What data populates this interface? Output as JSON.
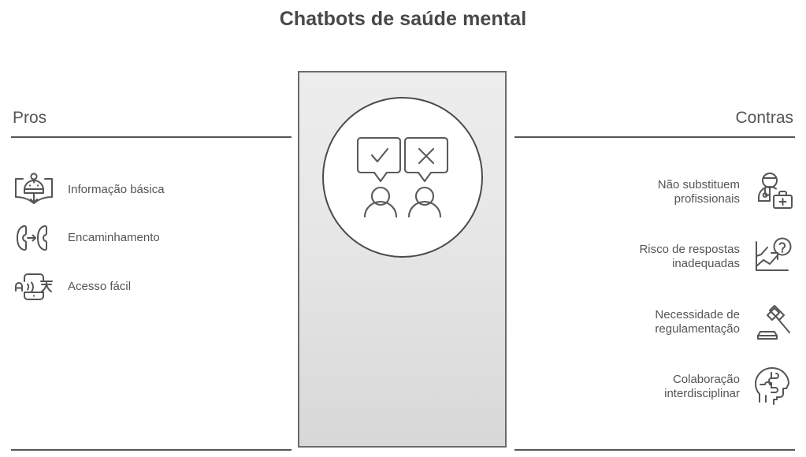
{
  "title": "Chatbots de saúde mental",
  "colors": {
    "title": "#484848",
    "text": "#555555",
    "rule": "#555555",
    "panel_border": "#6b6b6b",
    "panel_fill_top": "#ededed",
    "panel_fill_bottom": "#d8d8d8",
    "circle_fill": "#ffffff",
    "circle_border": "#4a4a4a",
    "background": "#ffffff"
  },
  "left_column": {
    "heading": "Pros",
    "items": [
      {
        "label": "Informação básica",
        "icon": "robot-book-icon"
      },
      {
        "label": "Encaminhamento",
        "icon": "call-transfer-icon"
      },
      {
        "label": "Acesso fácil",
        "icon": "translate-phone-icon"
      }
    ]
  },
  "right_column": {
    "heading": "Contras",
    "items": [
      {
        "label": "Não substituem\nprofissionais",
        "icon": "doctor-medical-bag-icon"
      },
      {
        "label": "Risco de respostas\ninadequadas",
        "icon": "chart-question-icon"
      },
      {
        "label": "Necessidade de\nregulamentação",
        "icon": "gavel-icon"
      },
      {
        "label": "Colaboração\ninterdisciplinar",
        "icon": "head-puzzle-icon"
      }
    ]
  },
  "center": {
    "icon": "two-people-check-x-speech-bubbles-icon"
  }
}
